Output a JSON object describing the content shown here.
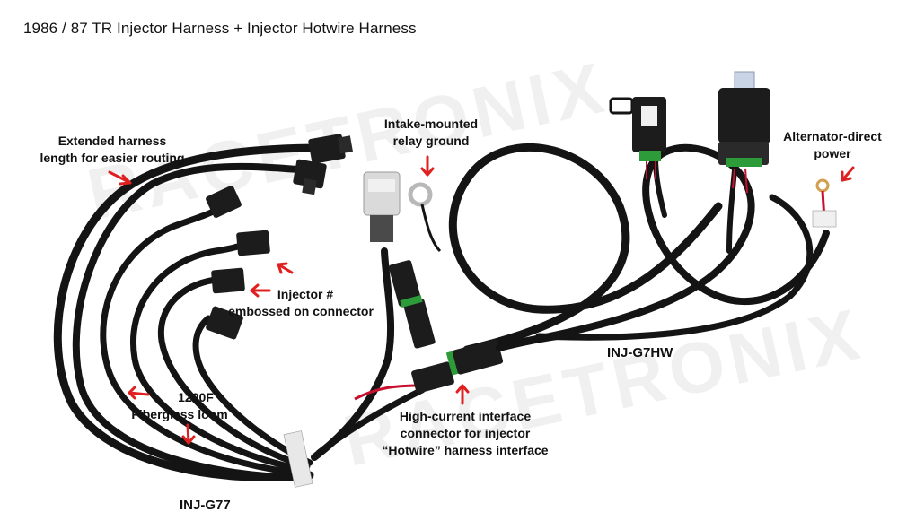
{
  "title": "1986 / 87 TR Injector Harness + Injector Hotwire Harness",
  "labels": {
    "extended_line1": "Extended harness",
    "extended_line2": "length for easier routing",
    "relay_line1": "Intake-mounted",
    "relay_line2": "relay ground",
    "alt_line1": "Alternator-direct",
    "alt_line2": "power",
    "injector_line1": "Injector #",
    "injector_line2": "embossed on connector",
    "loom_line1": "1200F",
    "loom_line2": "Fiberglass loom",
    "interface_line1": "High-current interface",
    "interface_line2": "connector for injector",
    "interface_line3": "“Hotwire” harness interface"
  },
  "part_numbers": {
    "injector_harness": "INJ-G77",
    "hotwire_harness": "INJ-G7HW"
  },
  "watermark": "RACETRONIX",
  "colors": {
    "arrow": "#e02020",
    "cable": "#141414",
    "connector": "#1c1c1c",
    "red_wire": "#c8102e",
    "green_seal": "#2e9b3a",
    "terminal": "#c8c8c8"
  }
}
